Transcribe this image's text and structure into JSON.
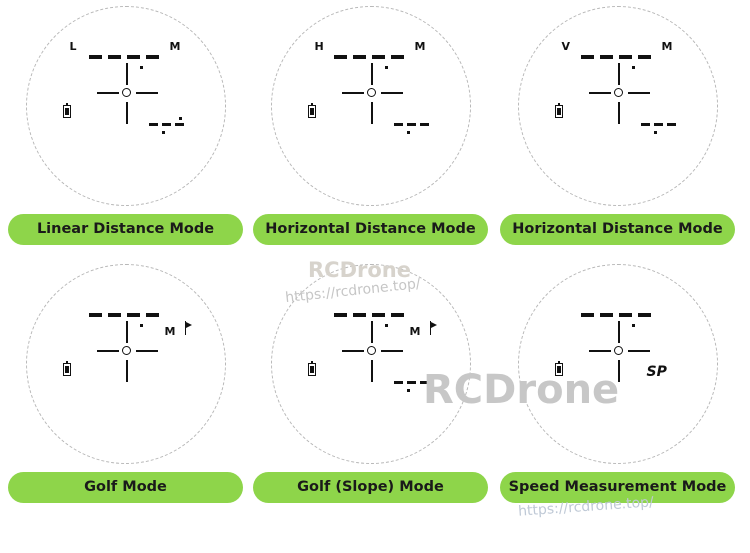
{
  "page": {
    "background_color": "#ffffff",
    "pill_color": "#8ed54a",
    "lcd_color": "#111111",
    "scope_outline_color": "#b8b8b8"
  },
  "watermarks": {
    "brand_small": "RCDrone",
    "url_top": "https://rcdrone.top/",
    "brand_big": "RCDrone",
    "url_bottom": "https://rcdrone.top/"
  },
  "modes": [
    {
      "id": "linear-distance",
      "label": "Linear Distance Mode",
      "mode_letter": "L",
      "unit": "M",
      "main_digits": [
        "-",
        "-",
        "-",
        "-"
      ],
      "main_decimal": true,
      "sub_digits": [
        "-",
        "-",
        "-"
      ],
      "sub_decimal": true,
      "sub_superscript_dot": true,
      "battery": "battery-icon",
      "flag": false,
      "speed_label": ""
    },
    {
      "id": "horizontal-distance",
      "label": "Horizontal Distance Mode",
      "mode_letter": "H",
      "unit": "M",
      "main_digits": [
        "-",
        "-",
        "-",
        "-"
      ],
      "main_decimal": true,
      "sub_digits": [
        "-",
        "-",
        "-"
      ],
      "sub_decimal": true,
      "sub_superscript_dot": false,
      "battery": "battery-icon",
      "flag": false,
      "speed_label": ""
    },
    {
      "id": "vertical-distance",
      "label": "Horizontal Distance Mode",
      "mode_letter": "V",
      "unit": "M",
      "main_digits": [
        "-",
        "-",
        "-",
        "-"
      ],
      "main_decimal": true,
      "sub_digits": [
        "-",
        "-",
        "-"
      ],
      "sub_decimal": true,
      "sub_superscript_dot": false,
      "battery": "battery-icon",
      "flag": false,
      "speed_label": ""
    },
    {
      "id": "golf",
      "label": "Golf Mode",
      "mode_letter": "",
      "unit": "M",
      "main_digits": [
        "-",
        "-",
        "-",
        "-"
      ],
      "main_decimal": true,
      "sub_digits": [],
      "sub_decimal": false,
      "sub_superscript_dot": false,
      "battery": "battery-icon",
      "flag": true,
      "speed_label": ""
    },
    {
      "id": "golf-slope",
      "label": "Golf (Slope) Mode",
      "mode_letter": "",
      "unit": "M",
      "main_digits": [
        "-",
        "-",
        "-",
        "-"
      ],
      "main_decimal": true,
      "sub_digits": [
        "-",
        "-",
        "-"
      ],
      "sub_decimal": true,
      "sub_superscript_dot": false,
      "battery": "battery-icon",
      "flag": true,
      "speed_label": ""
    },
    {
      "id": "speed-measurement",
      "label": "Speed Measurement Mode",
      "mode_letter": "",
      "unit": "",
      "main_digits": [
        "-",
        "-",
        "-",
        "-"
      ],
      "main_decimal": true,
      "sub_digits": [],
      "sub_decimal": false,
      "sub_superscript_dot": false,
      "battery": "battery-icon",
      "flag": false,
      "speed_label": "SP"
    }
  ]
}
